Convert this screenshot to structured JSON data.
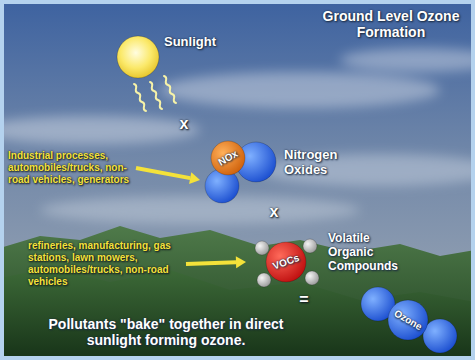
{
  "diagram": {
    "title": "Ground Level Ozone Formation",
    "caption": "Pollutants \"bake\" together in direct sunlight forming ozone.",
    "nodes": [
      {
        "text": [
          "Sunlight"
        ]
      },
      {
        "text": [
          "NOx",
          "Nitrogen Oxides"
        ]
      },
      {
        "text": [
          "VOCs",
          "Volatile Organic Compounds"
        ]
      },
      {
        "text": [
          "Ozone"
        ]
      }
    ],
    "labels": [
      "x",
      "x",
      "=",
      "Industrial processes, automobiles/trucks, non-road vehicles, generators",
      "refineries, manufacturing, gas stations, lawn mowers, automobiles/trucks, non-road vehicles"
    ]
  }
}
